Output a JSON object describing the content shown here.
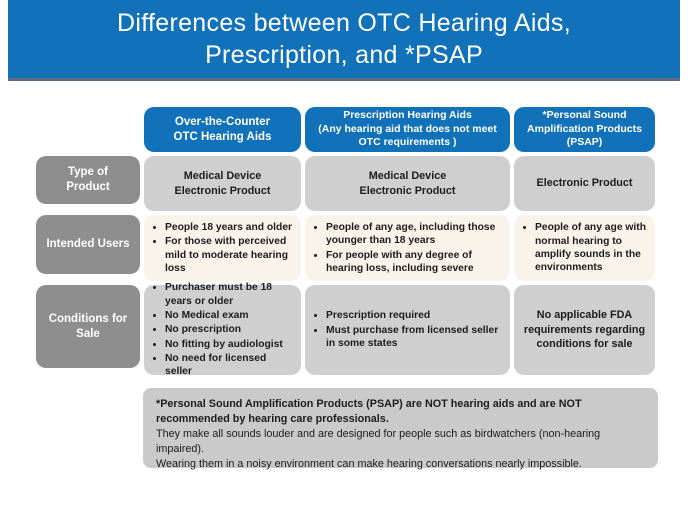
{
  "title": {
    "line1": "Differences between OTC Hearing Aids,",
    "line2": "Prescription, and *PSAP"
  },
  "colors": {
    "primary_blue": "#1172BA",
    "row_label_gray": "#8E8E8E",
    "cell_gray": "#CFCFCF",
    "cell_cream": "#FAF3E9",
    "footnote_gray": "#CACACA",
    "banner_edge": "#5A6B7D",
    "text_dark": "#1C1C1C"
  },
  "table": {
    "col_headers": [
      {
        "lines": [
          "Over-the-Counter",
          "OTC Hearing Aids"
        ]
      },
      {
        "lines": [
          "Prescription Hearing Aids",
          "(Any hearing aid that does not meet",
          "OTC requirements )"
        ]
      },
      {
        "lines": [
          "*Personal Sound",
          "Amplification Products",
          "(PSAP)"
        ]
      }
    ],
    "row_labels": [
      {
        "lines": [
          "Type of",
          "Product"
        ]
      },
      {
        "lines": [
          "Intended Users"
        ]
      },
      {
        "lines": [
          "Conditions for",
          "Sale"
        ]
      }
    ],
    "type_of_product": {
      "otc": [
        "Medical Device",
        "Electronic Product"
      ],
      "prescription": [
        "Medical Device",
        "Electronic Product"
      ],
      "psap": [
        "Electronic Product"
      ]
    },
    "intended_users": {
      "otc": [
        "People 18 years and older",
        "For those with perceived mild to moderate hearing loss"
      ],
      "prescription": [
        "People of any age, including those younger than 18 years",
        "For people with any degree of hearing loss, including severe"
      ],
      "psap": [
        "People of any age with normal hearing to amplify sounds in the environments"
      ]
    },
    "conditions_for_sale": {
      "otc": [
        "Purchaser must be 18 years or older",
        "No Medical exam",
        "No prescription",
        "No fitting by audiologist",
        "No need for licensed seller"
      ],
      "prescription": [
        "Prescription required",
        "Must purchase from licensed seller in some states"
      ],
      "psap": "No applicable FDA requirements regarding conditions for sale"
    }
  },
  "footnote": {
    "bold": "*Personal Sound Amplification Products (PSAP) are NOT hearing aids and are NOT recommended by hearing care professionals.",
    "line2": "They make all sounds louder and are designed for people such as birdwatchers (non-hearing impaired).",
    "line3": "Wearing them in a noisy environment can make hearing conversations nearly impossible."
  }
}
